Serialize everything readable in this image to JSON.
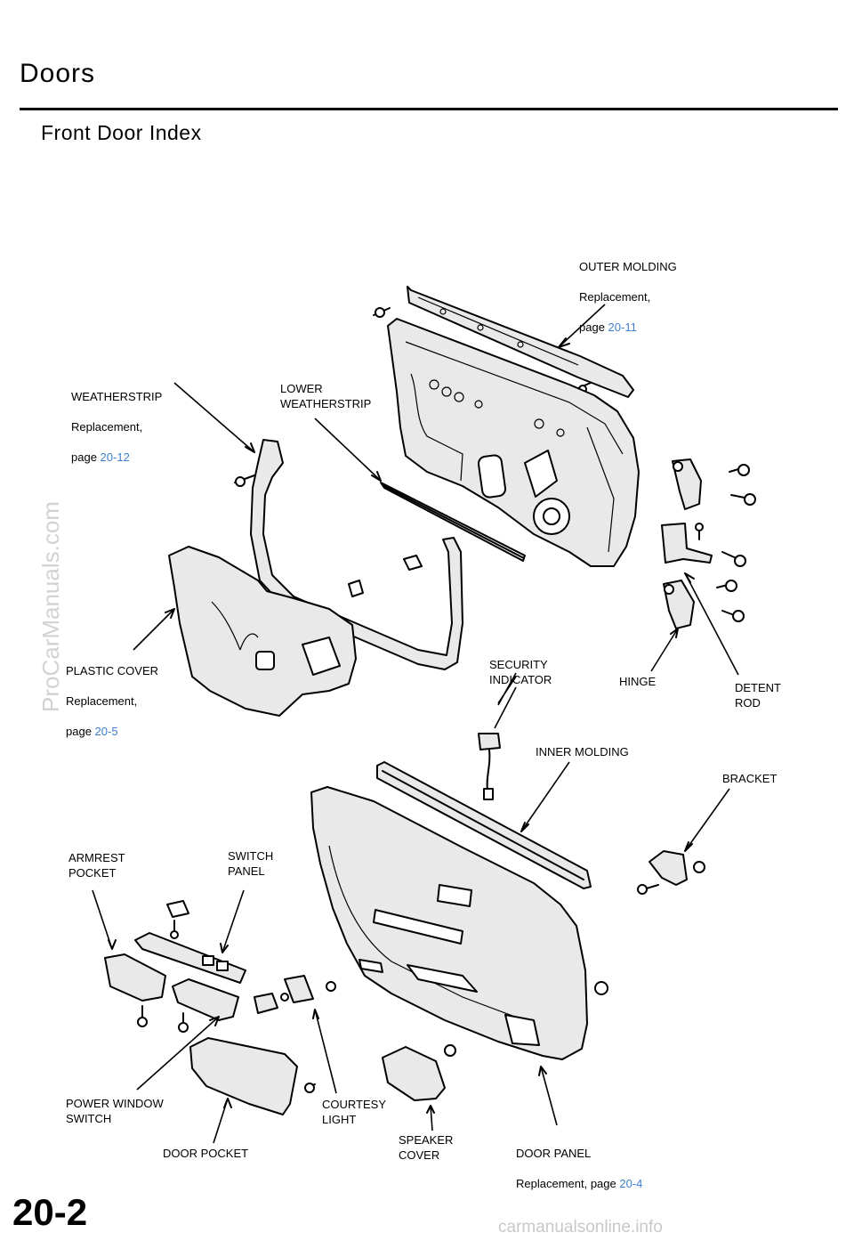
{
  "header": {
    "title": "Doors",
    "subtitle": "Front Door Index"
  },
  "colors": {
    "reference_link": "#3f7fd0",
    "watermark": "#d2d2d2"
  },
  "labels": {
    "outer_molding": {
      "name": "OUTER  MOLDING",
      "line2": "Replacement,",
      "page_prefix": "page ",
      "page_ref": "20-11"
    },
    "weatherstrip": {
      "name": "WEATHERSTRIP",
      "line2": "Replacement,",
      "page_prefix": "page  ",
      "page_ref": "20-12"
    },
    "lower_weatherstrip": {
      "name": "LOWER\nWEATHERSTRIP"
    },
    "plastic_cover": {
      "name": "PLASTIC  COVER",
      "line2": "Replacement,",
      "page_prefix": "page  ",
      "page_ref": "20-5"
    },
    "security_indicator": {
      "name": "SECURITY\nINDICATOR"
    },
    "hinge": {
      "name": "HINGE"
    },
    "detent_rod": {
      "name": "DETENT\nROD"
    },
    "inner_molding": {
      "name": "INNER  MOLDING"
    },
    "bracket": {
      "name": "BRACKET"
    },
    "armrest_pocket": {
      "name": "ARMREST\nPOCKET"
    },
    "switch_panel": {
      "name": "SWITCH\nPANEL"
    },
    "power_window_switch": {
      "name": "POWER  WINDOW\nSWITCH"
    },
    "door_pocket": {
      "name": "DOOR POCKET"
    },
    "courtesy_light": {
      "name": "COURTESY\nLIGHT"
    },
    "speaker_cover": {
      "name": "SPEAKER\nCOVER"
    },
    "door_panel": {
      "name": "DOOR  PANEL",
      "line2_prefix": "Replacement,  page  ",
      "page_ref": "20-4"
    }
  },
  "watermark": "ProCarManuals.com",
  "page_number": "20-2",
  "footer": "carmanualsonline.info"
}
